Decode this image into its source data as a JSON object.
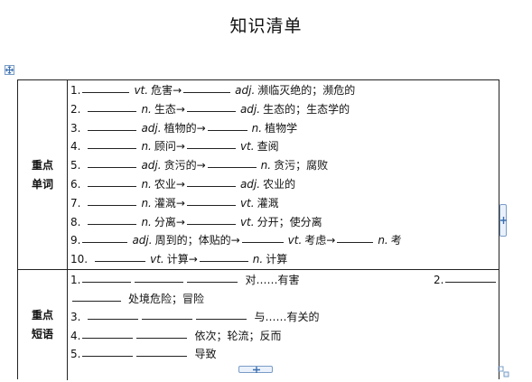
{
  "title": "知识清单",
  "sections": {
    "vocab_label": "重点单词",
    "phrase_label": "重点短语"
  },
  "vocab": [
    {
      "num": "1.",
      "p1": "vt.",
      "t1": "危害→",
      "p2": "adj.",
      "t2": "濒临灭绝的；濒危的"
    },
    {
      "num": "2.",
      "p1": "n.",
      "t1": "生态→",
      "p2": "adj.",
      "t2": "生态的；生态学的"
    },
    {
      "num": "3.",
      "p1": "adj.",
      "t1": "植物的→",
      "p2": "n.",
      "t2": "植物学"
    },
    {
      "num": "4.",
      "p1": "n.",
      "t1": "顾问→",
      "p2": "vt.",
      "t2": "查阅"
    },
    {
      "num": "5.",
      "p1": "adj.",
      "t1": "贪污的→",
      "p2": "n.",
      "t2": "贪污；腐败"
    },
    {
      "num": "6.",
      "p1": "n.",
      "t1": "农业→",
      "p2": "adj.",
      "t2": "农业的"
    },
    {
      "num": "7.",
      "p1": "n.",
      "t1": "灌溉→",
      "p2": "vt.",
      "t2": "灌溉"
    },
    {
      "num": "8.",
      "p1": "n.",
      "t1": "分离→",
      "p2": "vt.",
      "t2": "分开；使分离"
    },
    {
      "num": "9.",
      "p1": "adj.",
      "t1": "周到的；体贴的→",
      "p2": "vt.",
      "t2": "考虑→",
      "p3": "n.",
      "t3": "考"
    },
    {
      "num": "10.",
      "p1": "vt.",
      "t1": "计算→",
      "p2": "n.",
      "t2": "计算"
    }
  ],
  "phrases": [
    {
      "num": "1.",
      "text": "对……有害",
      "num2": "2."
    },
    {
      "num": "",
      "text": "处境危险；冒险"
    },
    {
      "num": "3.",
      "text": "与……有关的"
    },
    {
      "num": "4.",
      "text": "依次；轮流；反而"
    },
    {
      "num": "5.",
      "text": "导致"
    }
  ]
}
